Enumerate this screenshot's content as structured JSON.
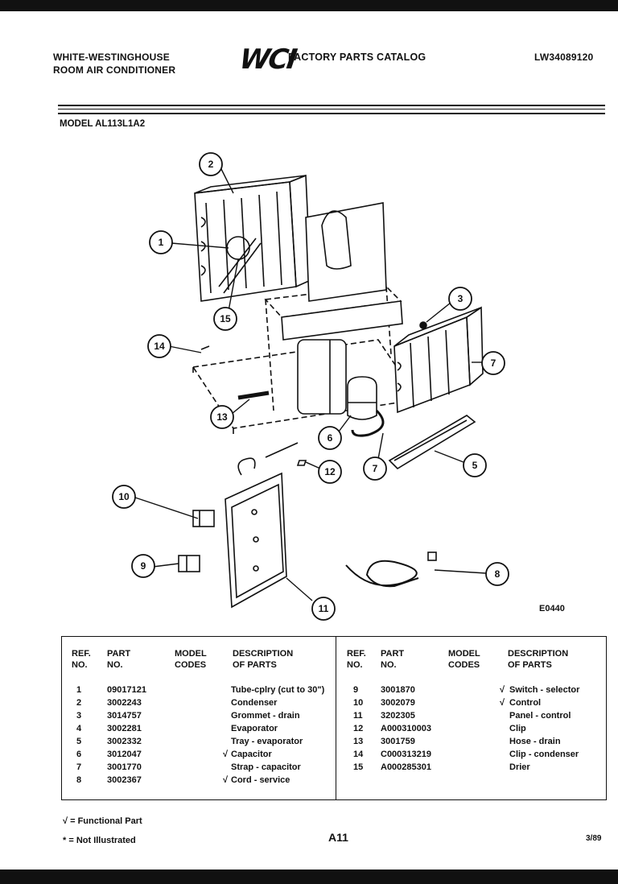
{
  "header": {
    "brand_line1": "WHITE-WESTINGHOUSE",
    "brand_line2": "ROOM AIR CONDITIONER",
    "logo": "WCI",
    "catalog_title": "FACTORY PARTS CATALOG",
    "catalog_number": "LW34089120",
    "model": "MODEL AL113L1A2"
  },
  "diagram": {
    "code": "E0440",
    "callouts": [
      "1",
      "2",
      "3",
      "5",
      "6",
      "7",
      "7",
      "8",
      "9",
      "10",
      "11",
      "12",
      "13",
      "14",
      "15"
    ]
  },
  "table": {
    "headers": {
      "ref": "REF.\nNO.",
      "part": "PART\nNO.",
      "model": "MODEL\nCODES",
      "desc": "DESCRIPTION\nOF PARTS"
    },
    "left_rows": [
      {
        "ref": "1",
        "part": "09017121",
        "mark": "",
        "desc": "Tube-cplry (cut to 30\")"
      },
      {
        "ref": "2",
        "part": "3002243",
        "mark": "",
        "desc": "Condenser"
      },
      {
        "ref": "3",
        "part": "3014757",
        "mark": "",
        "desc": "Grommet - drain"
      },
      {
        "ref": "4",
        "part": "3002281",
        "mark": "",
        "desc": "Evaporator"
      },
      {
        "ref": "5",
        "part": "3002332",
        "mark": "",
        "desc": "Tray - evaporator"
      },
      {
        "ref": "6",
        "part": "3012047",
        "mark": "√",
        "desc": "Capacitor"
      },
      {
        "ref": "7",
        "part": "3001770",
        "mark": "",
        "desc": "Strap - capacitor"
      },
      {
        "ref": "8",
        "part": "3002367",
        "mark": "√",
        "desc": "Cord - service"
      }
    ],
    "right_rows": [
      {
        "ref": "9",
        "part": "3001870",
        "mark": "√",
        "desc": "Switch - selector"
      },
      {
        "ref": "10",
        "part": "3002079",
        "mark": "√",
        "desc": "Control"
      },
      {
        "ref": "11",
        "part": "3202305",
        "mark": "",
        "desc": "Panel - control"
      },
      {
        "ref": "12",
        "part": "A000310003",
        "mark": "",
        "desc": "Clip"
      },
      {
        "ref": "13",
        "part": "3001759",
        "mark": "",
        "desc": "Hose - drain"
      },
      {
        "ref": "14",
        "part": "C000313219",
        "mark": "",
        "desc": "Clip - condenser"
      },
      {
        "ref": "15",
        "part": "A000285301",
        "mark": "",
        "desc": "Drier"
      }
    ]
  },
  "footer": {
    "legend_functional": "√ = Functional Part",
    "legend_not_illustrated": "* = Not Illustrated",
    "page": "A11",
    "date": "3/89"
  }
}
